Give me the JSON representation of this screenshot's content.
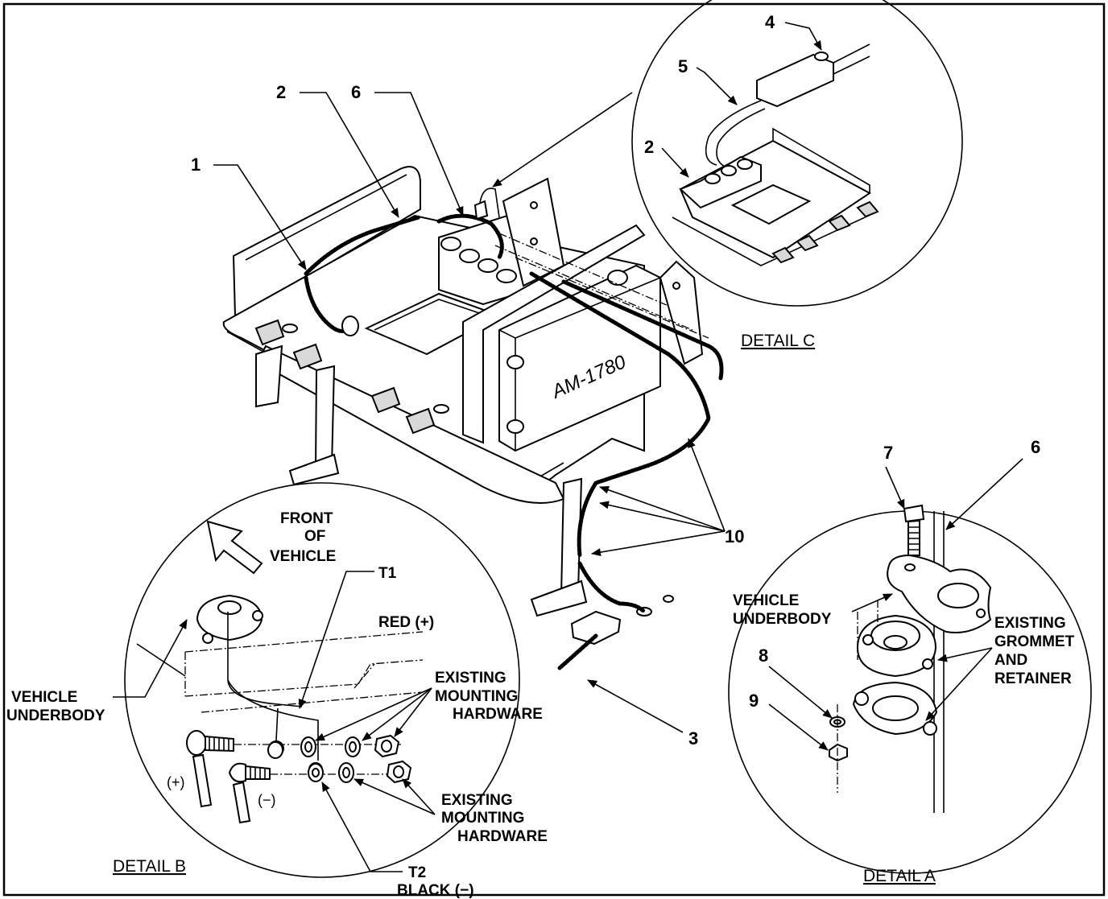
{
  "callouts": {
    "c1": "1",
    "c2_main": "2",
    "c6_main": "6",
    "c4": "4",
    "c5": "5",
    "c2_detail_c": "2",
    "c7": "7",
    "c6_detail_a": "6",
    "c8": "8",
    "c9": "9",
    "c10": "10",
    "c3": "3"
  },
  "labels": {
    "model": "AM-1780",
    "front_line1": "FRONT",
    "front_line2": "OF",
    "front_line3": "VEHICLE",
    "t1_line1": "T1",
    "t1_line2": "RED (+)",
    "t2_line1": "T2",
    "t2_line2": "BLACK (−)",
    "existing_hw_top_1": "EXISTING",
    "existing_hw_top_2": "MOUNTING",
    "existing_hw_top_3": "HARDWARE",
    "existing_hw_bot_1": "EXISTING",
    "existing_hw_bot_2": "MOUNTING",
    "existing_hw_bot_3": "HARDWARE",
    "vehicle_underbody_b_1": "VEHICLE",
    "vehicle_underbody_b_2": "UNDERBODY",
    "vehicle_underbody_a_1": "VEHICLE",
    "vehicle_underbody_a_2": "UNDERBODY",
    "grommet_1": "EXISTING",
    "grommet_2": "GROMMET",
    "grommet_3": "AND",
    "grommet_4": "RETAINER",
    "plus": "(+)",
    "minus": "(−)",
    "detail_a": "DETAIL  A",
    "detail_b": "DETAIL  B",
    "detail_c": "DETAIL  C"
  }
}
